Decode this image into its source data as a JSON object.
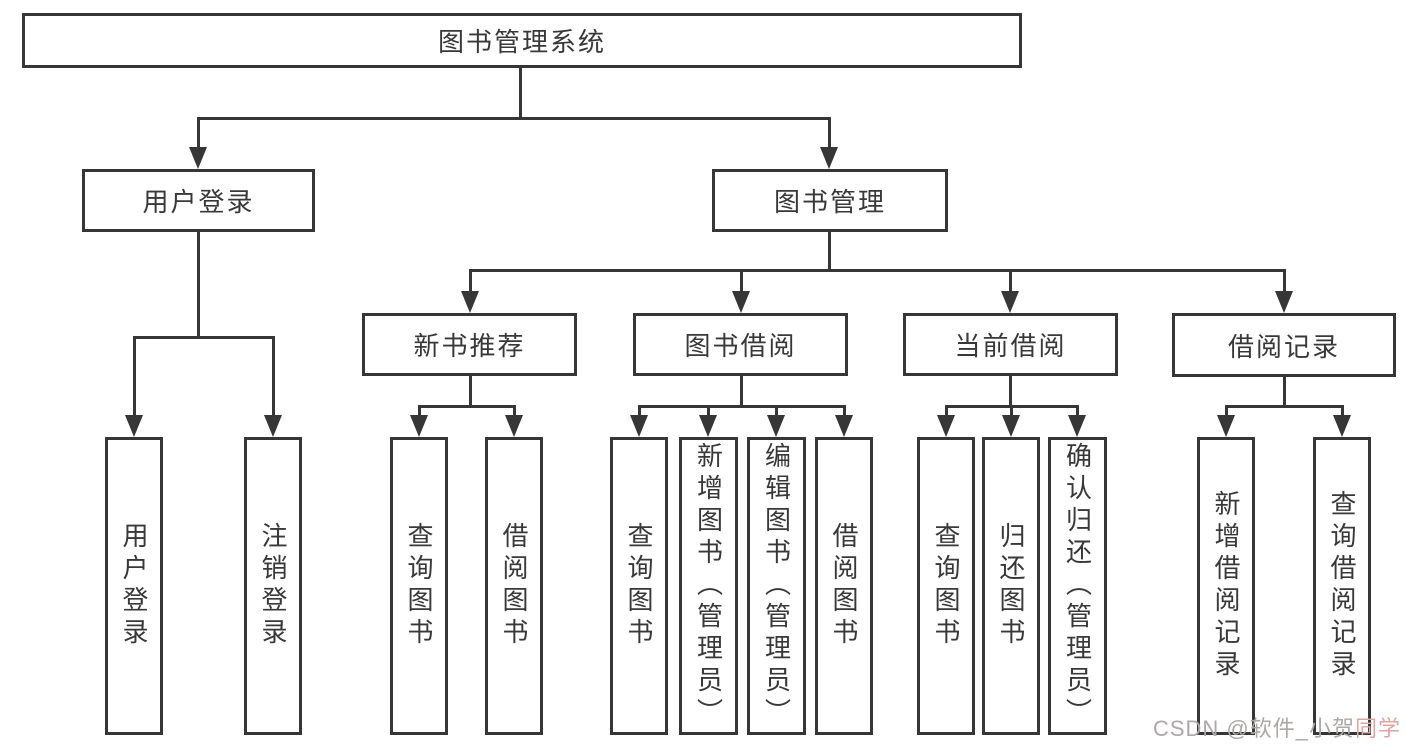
{
  "tree": {
    "root": {
      "label": "图书管理系统"
    },
    "branches": [
      {
        "label": "用户登录",
        "children": [
          {
            "label": "用户登录"
          },
          {
            "label": "注销登录"
          }
        ]
      },
      {
        "label": "图书管理",
        "children": [
          {
            "label": "新书推荐",
            "children": [
              {
                "label": "查询图书"
              },
              {
                "label": "借阅图书"
              }
            ]
          },
          {
            "label": "图书借阅",
            "children": [
              {
                "label": "查询图书"
              },
              {
                "label": "新增图书（管理员）"
              },
              {
                "label": "编辑图书（管理员）"
              },
              {
                "label": "借阅图书"
              }
            ]
          },
          {
            "label": "当前借阅",
            "children": [
              {
                "label": "查询图书"
              },
              {
                "label": "归还图书"
              },
              {
                "label": "确认归还（管理员）"
              }
            ]
          },
          {
            "label": "借阅记录",
            "children": [
              {
                "label": "新增借阅记录"
              },
              {
                "label": "查询借阅记录"
              }
            ]
          }
        ]
      }
    ]
  },
  "watermark": {
    "prefix": "CSDN @软件_小贺",
    "suffix": "同学"
  },
  "colors": {
    "line": "#363636",
    "box_border": "#363636",
    "text": "#383838",
    "background": "#ffffff",
    "watermark_gray": "#ada7a7",
    "watermark_pink": "#dfa49f"
  }
}
